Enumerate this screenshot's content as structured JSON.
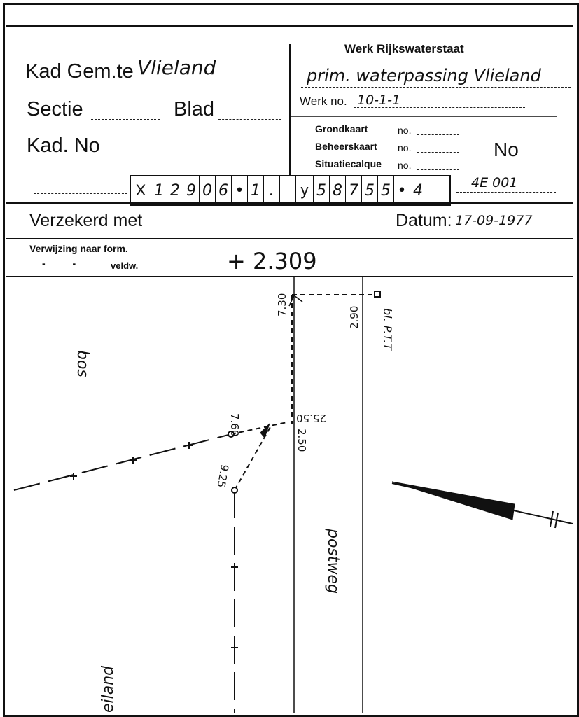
{
  "header": {
    "kad_gem_label": "Kad Gem.te",
    "kad_gem_value": "Vlieland",
    "sectie_label": "Sectie",
    "blad_label": "Blad",
    "kad_no_label": "Kad. No",
    "werk_title": "Werk Rijkswaterstaat",
    "werk_description": "prim. waterpassing Vlieland",
    "werk_no_label": "Werk no.",
    "werk_no_value": "10-1-1",
    "grondkaart_label": "Grondkaart",
    "beheerskaart_label": "Beheerskaart",
    "situatiecalque_label": "Situatiecalque",
    "no_label": "no.",
    "big_no_label": "No",
    "number_value": "4E 001"
  },
  "coords": {
    "x_label": "X",
    "x_digits": [
      "1",
      "2",
      "9",
      "0",
      "6",
      "•",
      "1",
      ".",
      ""
    ],
    "y_label": "y",
    "y_digits": [
      "5",
      "8",
      "7",
      "5",
      "5",
      "•",
      "4",
      ""
    ]
  },
  "verzekerd": {
    "label": "Verzekerd met",
    "datum_label": "Datum:",
    "datum_value": "17-09-1977"
  },
  "verwijzing": {
    "label": "Verwijzing naar form.",
    "veldw_label": "veldw.",
    "value": "+ 2.309"
  },
  "sketch": {
    "labels": {
      "bos": "bos",
      "postweg": "postweg",
      "vlieland": "eiland",
      "pole": "bl. P.T.T",
      "m730": "7.30",
      "m290": "2.90",
      "m760": "7.60",
      "m2550": "25.50",
      "m250": "2.50",
      "m925": "9.25"
    }
  }
}
